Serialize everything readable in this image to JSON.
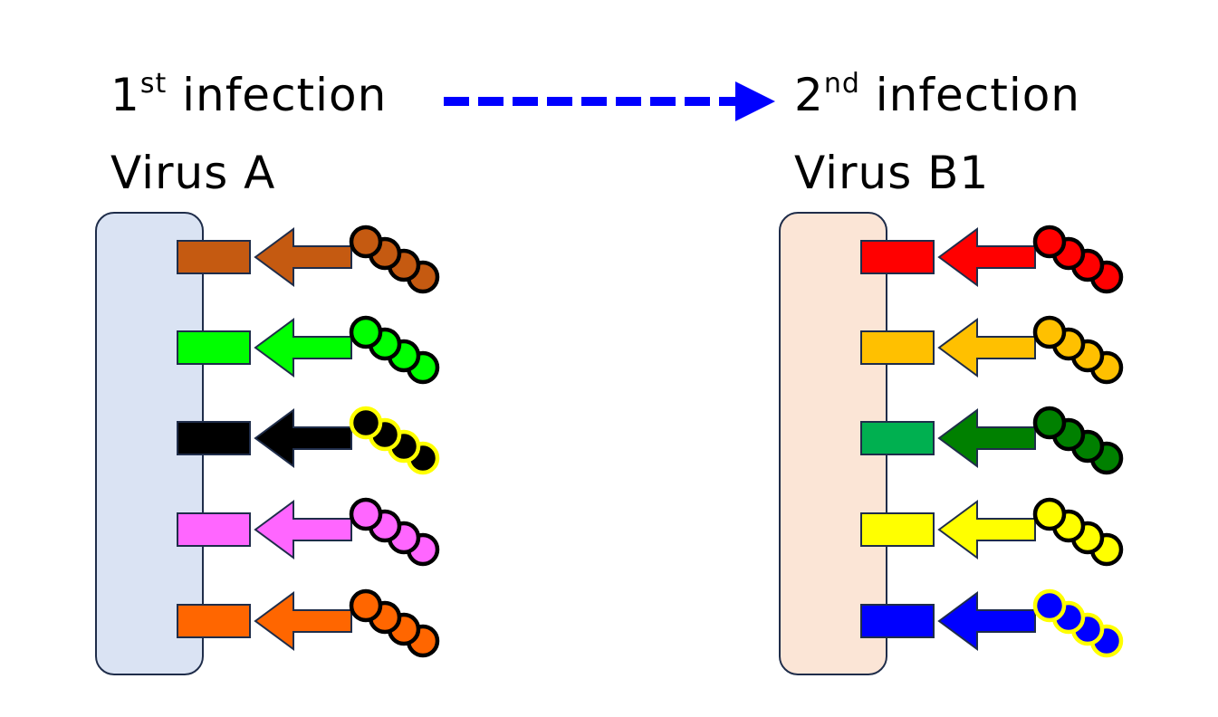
{
  "left": {
    "ordinal_number": "1",
    "ordinal_suffix": "st",
    "infection_label": "infection",
    "virus_label": "Virus A",
    "cell_color": "#dae3f3",
    "receptors": [
      {
        "receptor": "#c55a11",
        "arrow": "#c55a11",
        "chain": "#c55a11",
        "chain_outline": "#000000"
      },
      {
        "receptor": "#00ff00",
        "arrow": "#00ff00",
        "chain": "#00ff00",
        "chain_outline": "#000000"
      },
      {
        "receptor": "#000000",
        "arrow": "#000000",
        "chain": "#000000",
        "chain_outline": "#ffff00"
      },
      {
        "receptor": "#ff66ff",
        "arrow": "#ff66ff",
        "chain": "#ff66ff",
        "chain_outline": "#000000"
      },
      {
        "receptor": "#ff6600",
        "arrow": "#ff6600",
        "chain": "#ff6600",
        "chain_outline": "#000000"
      }
    ]
  },
  "right": {
    "ordinal_number": "2",
    "ordinal_suffix": "nd",
    "infection_label": "infection",
    "virus_label": "Virus B1",
    "cell_color": "#fbe5d6",
    "receptors": [
      {
        "receptor": "#ff0000",
        "arrow": "#ff0000",
        "chain": "#ff0000",
        "chain_outline": "#000000"
      },
      {
        "receptor": "#ffc000",
        "arrow": "#ffc000",
        "chain": "#ffc000",
        "chain_outline": "#000000"
      },
      {
        "receptor": "#00b050",
        "arrow": "#008000",
        "chain": "#008000",
        "chain_outline": "#000000"
      },
      {
        "receptor": "#ffff00",
        "arrow": "#ffff00",
        "chain": "#ffff00",
        "chain_outline": "#000000"
      },
      {
        "receptor": "#0000ff",
        "arrow": "#0000ff",
        "chain": "#0000ff",
        "chain_outline": "#ffff00"
      }
    ]
  },
  "transition_arrow_color": "#0000ff"
}
